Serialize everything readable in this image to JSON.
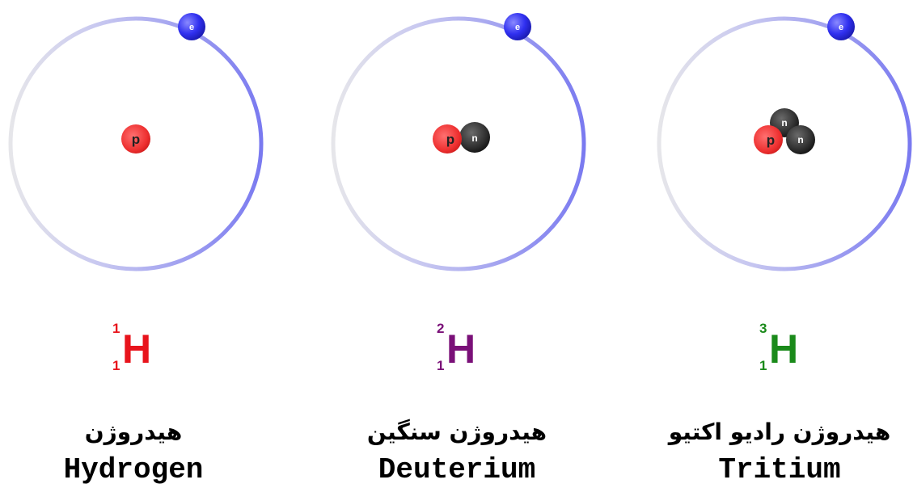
{
  "colors": {
    "orbit": "#7f7fee",
    "electron": "#3a3aee",
    "proton": "#ee3030",
    "neutron": "#333333",
    "hydrogen_symbol": "#e8141c",
    "deuterium_symbol": "#7a1078",
    "tritium_symbol": "#1a8a1a"
  },
  "isotopes": [
    {
      "particles": {
        "electron": "e",
        "proton": "p"
      },
      "symbol": {
        "mass": "1",
        "atomic": "1",
        "element": "H"
      },
      "name_fa": "هیدروژن",
      "name_en": "Hydrogen"
    },
    {
      "particles": {
        "electron": "e",
        "proton": "p",
        "neutron": "n"
      },
      "symbol": {
        "mass": "2",
        "atomic": "1",
        "element": "H"
      },
      "name_fa": "هیدروژن سنگین",
      "name_en": "Deuterium"
    },
    {
      "particles": {
        "electron": "e",
        "proton": "p",
        "neutron": "n"
      },
      "symbol": {
        "mass": "3",
        "atomic": "1",
        "element": "H"
      },
      "name_fa": "هیدروژن رادیو اکتیو",
      "name_en": "Tritium"
    }
  ]
}
